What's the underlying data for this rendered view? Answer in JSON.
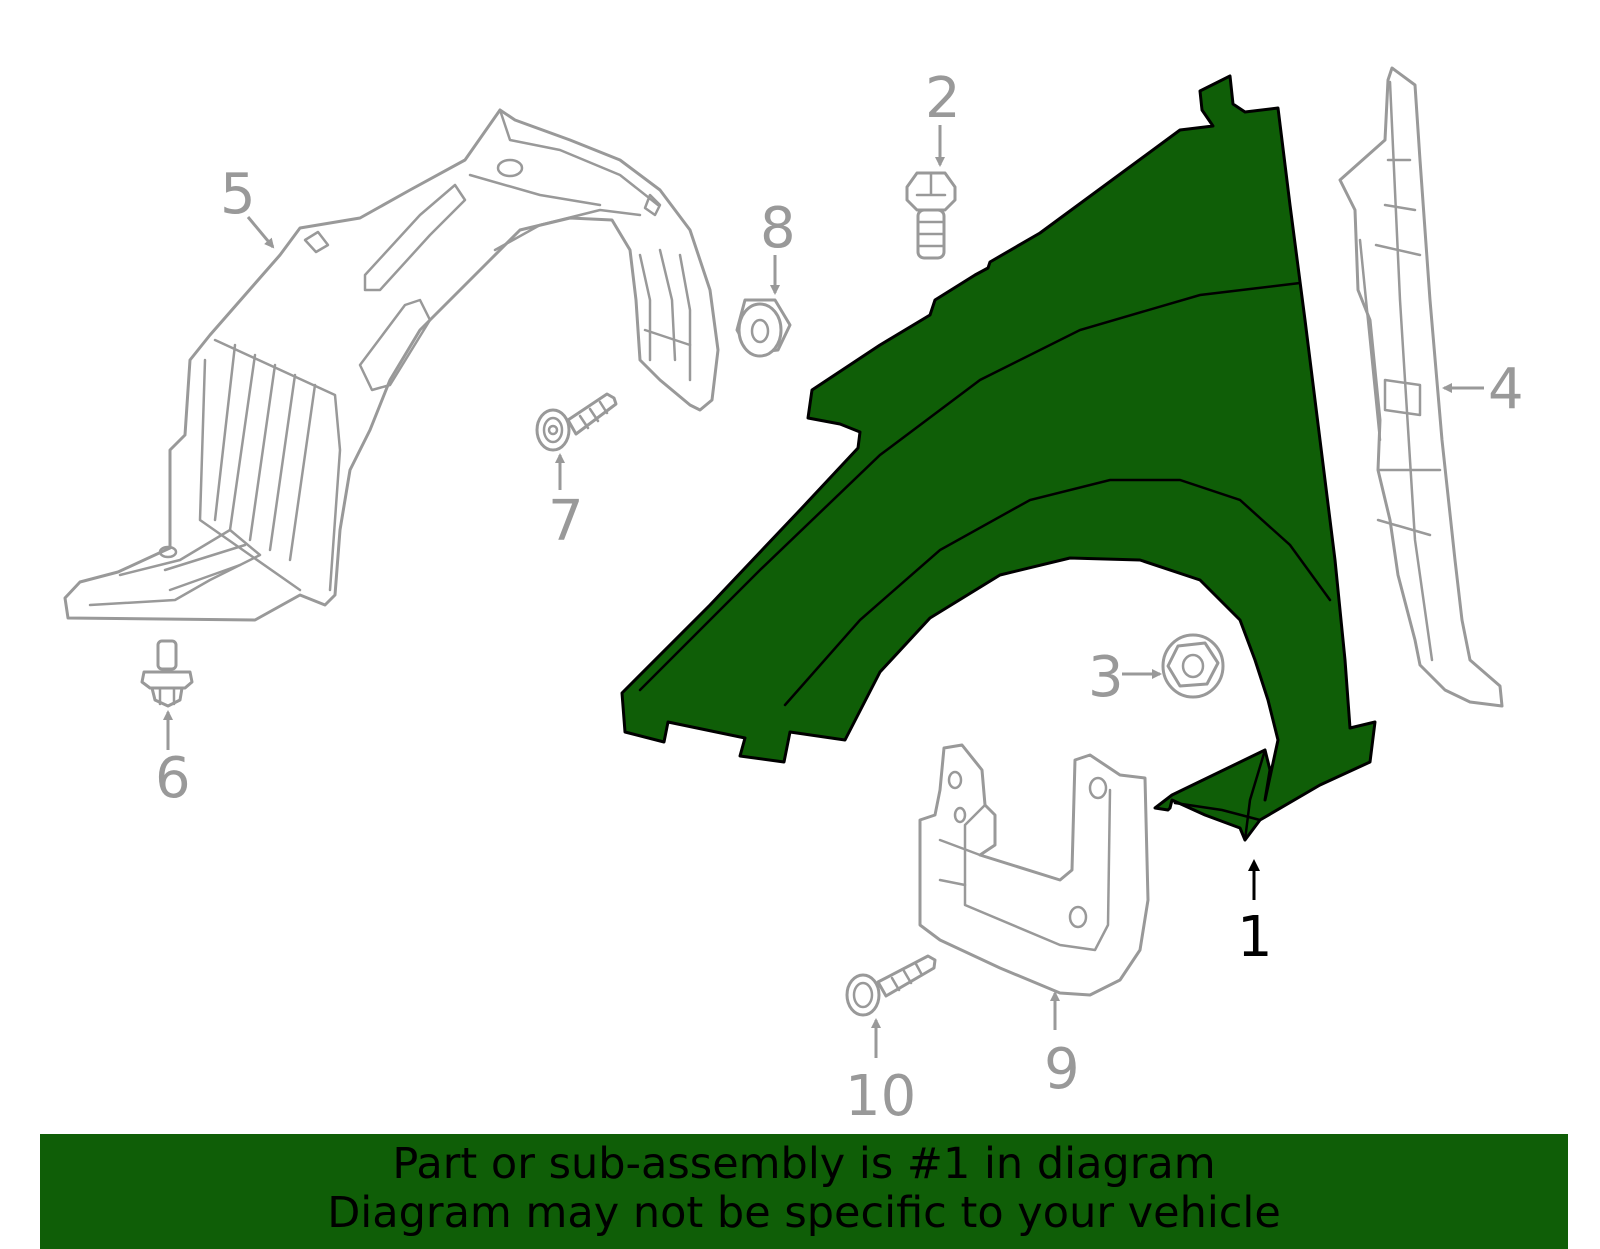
{
  "colors": {
    "highlight_fill": "#0f5e07",
    "banner_background": "#0f5e07",
    "outline_gray": "#999999",
    "text_dark": "#000000"
  },
  "callouts": {
    "c1": "1",
    "c2": "2",
    "c3": "3",
    "c4": "4",
    "c5": "5",
    "c6": "6",
    "c7": "7",
    "c8": "8",
    "c9": "9",
    "c10": "10"
  },
  "banner": {
    "line1": "Part or sub-assembly is #1 in diagram",
    "line2": "Diagram may not be specific to your vehicle"
  }
}
